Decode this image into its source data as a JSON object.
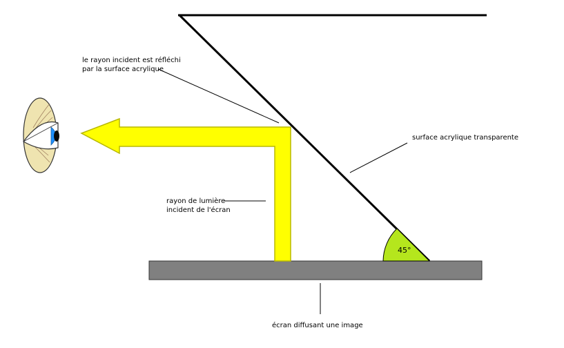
{
  "labels": {
    "reflection_line1": "le rayon incident est réfléchi",
    "reflection_line2": "par  la surface acrylique",
    "acrylic_surface": "surface acrylique transparente",
    "incident_ray_line1": "rayon de lumière",
    "incident_ray_line2": "incident de l'écran",
    "screen": "écran diffusant une image",
    "angle": "45°"
  },
  "colors": {
    "ray_fill": "#ffff00",
    "ray_stroke": "#b8b800",
    "screen_fill": "#808080",
    "angle_fill": "#b5e61d",
    "iris": "#1e90ff",
    "eyelid": "#efe4b0"
  },
  "icons": {
    "eye": "eye-icon"
  }
}
